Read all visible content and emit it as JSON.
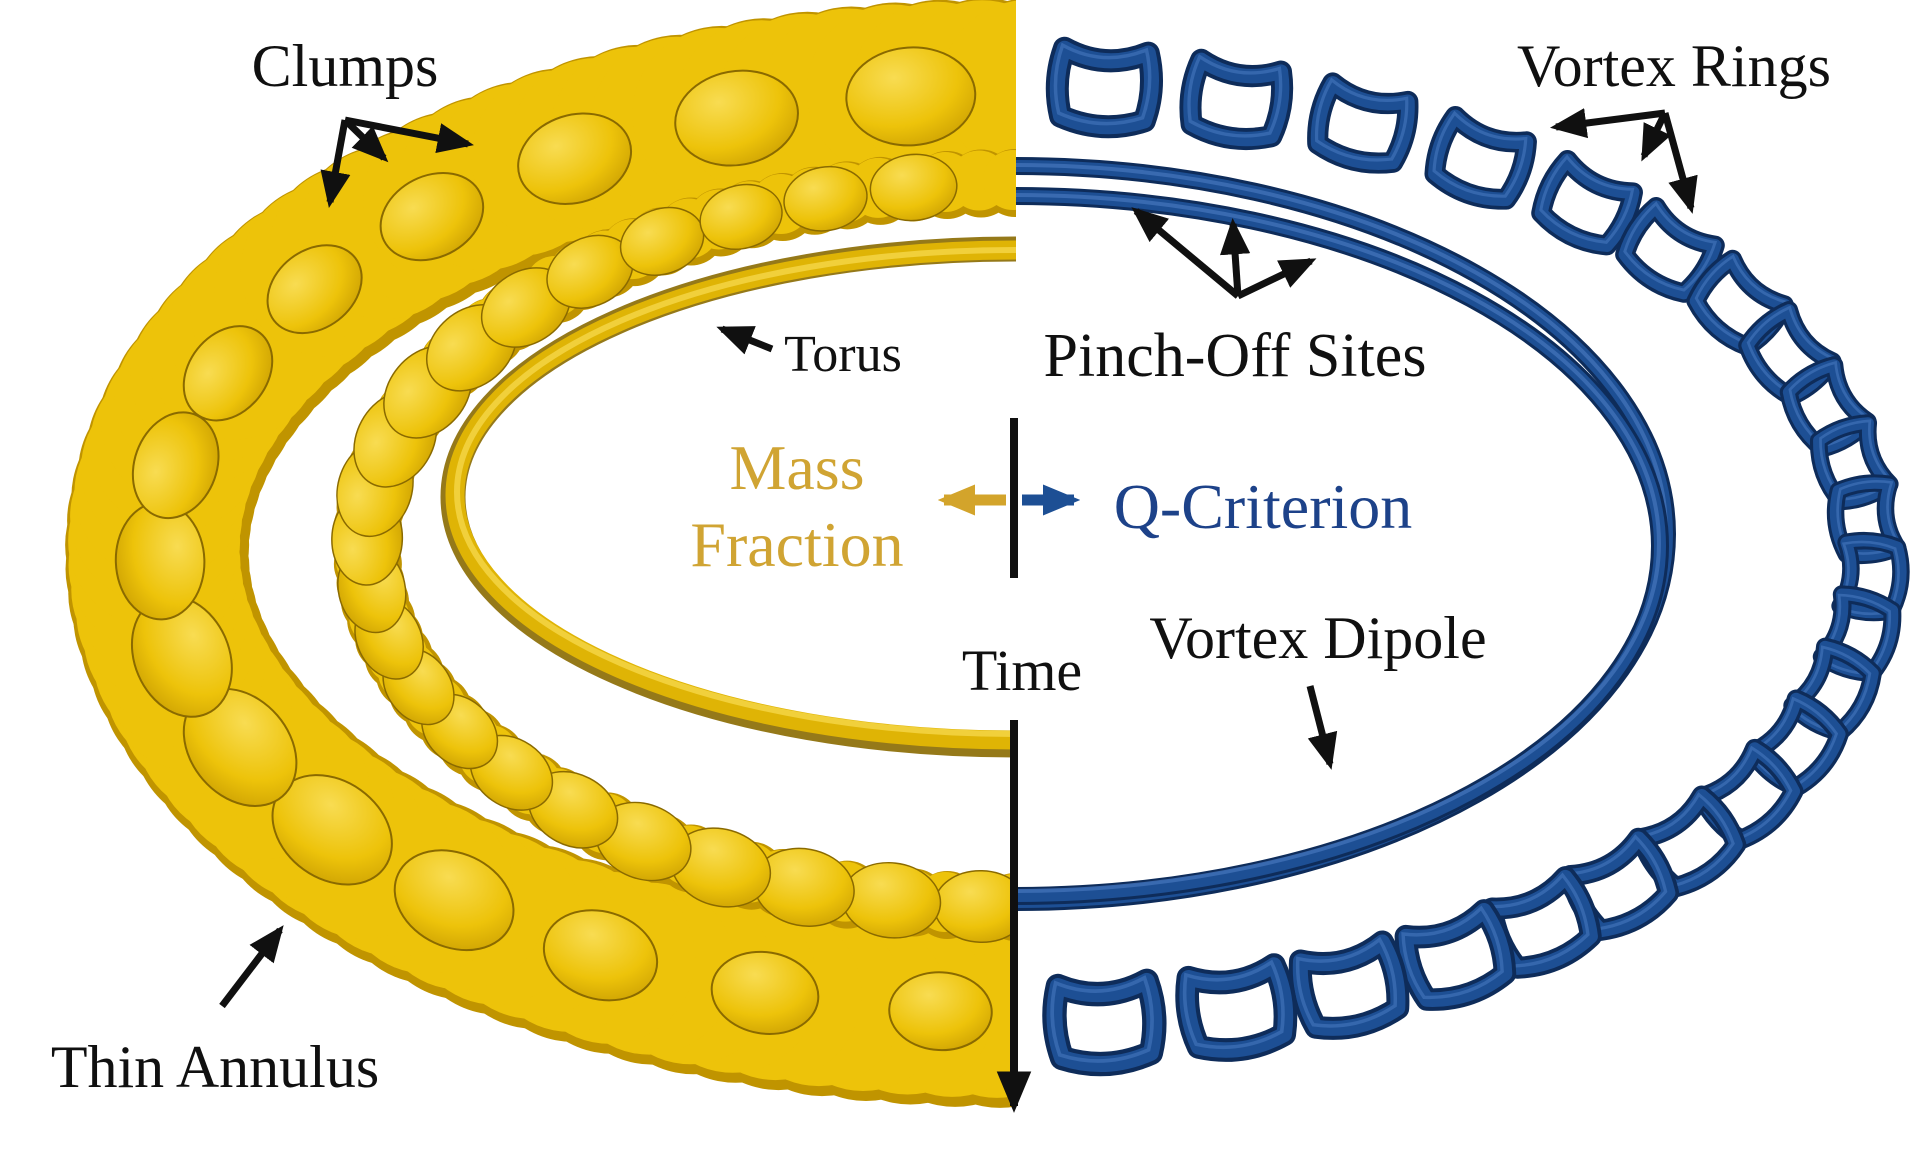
{
  "figure": {
    "labels": {
      "clumps": "Clumps",
      "vortex_rings": "Vortex Rings",
      "torus": "Torus",
      "pinch_off_sites": "Pinch-Off Sites",
      "mass_line1": "Mass",
      "mass_line2": "Fraction",
      "q_criterion": "Q-Criterion",
      "time": "Time",
      "vortex_dipole": "Vortex Dipole",
      "thin_annulus": "Thin Annulus"
    },
    "halves": {
      "left": {
        "field": "Mass Fraction",
        "features": [
          "Clumps",
          "Torus",
          "Thin Annulus"
        ]
      },
      "right": {
        "field": "Q-Criterion",
        "features": [
          "Vortex Rings",
          "Pinch-Off Sites",
          "Vortex Dipole"
        ]
      }
    },
    "axis": {
      "label": "Time",
      "direction": "downward"
    },
    "colors": {
      "background": "#FFFFFF",
      "annotation": "#101010",
      "yellow_base": "#EDC30A",
      "yellow_highlight": "#F8DC52",
      "yellow_mid": "#DFB405",
      "yellow_shadow": "#C09400",
      "yellow_dark": "#8A6A00",
      "gold_text": "#D0A433",
      "gold_arrow": "#D3A42B",
      "blue_base": "#1D4F94",
      "blue_highlight": "#3E6FB5",
      "blue_shadow": "#0E2C5A",
      "navy_text": "#1D4289"
    }
  }
}
